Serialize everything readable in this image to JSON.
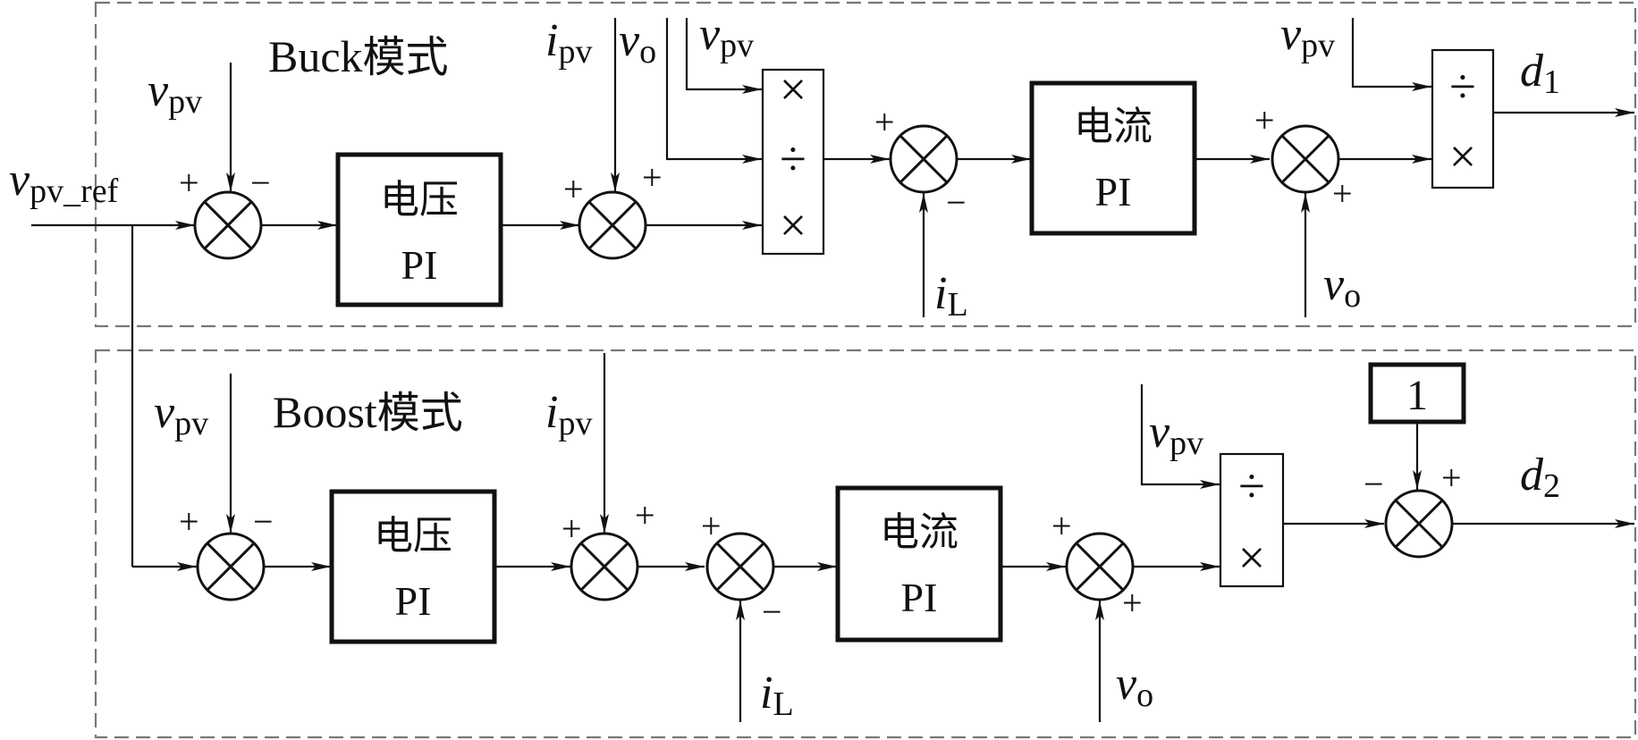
{
  "buck": {
    "title_latin": "Buck",
    "title_cjk": "模式",
    "input_ref_v": "v",
    "input_ref_sub": "pv_ref",
    "vpv_v": "v",
    "vpv_sub": "pv",
    "sum1_plus": "+",
    "sum1_minus": "−",
    "voltage_pi_line1": "电压",
    "voltage_pi_line2": "PI",
    "ipv_i": "i",
    "ipv_sub": "pv",
    "vo_top_v": "v",
    "vo_top_sub": "o",
    "sum2_plus_left": "+",
    "sum2_plus_right": "+",
    "vpv2_v": "v",
    "vpv2_sub": "pv",
    "muldiv_top": "×",
    "muldiv_mid": "÷",
    "muldiv_bot": "×",
    "sum3_plus": "+",
    "sum3_minus": "−",
    "iL_i": "i",
    "iL_sub": "L",
    "current_pi_line1": "电流",
    "current_pi_line2": "PI",
    "sum4_plus_top": "+",
    "sum4_plus_bottom": "+",
    "vo_bottom_v": "v",
    "vo_bottom_sub": "o",
    "vpv3_v": "v",
    "vpv3_sub": "pv",
    "div_top": "÷",
    "div_bot": "×",
    "out_d": "d",
    "out_sub": "1"
  },
  "boost": {
    "title_latin": "Boost",
    "title_cjk": "模式",
    "vpv_v": "v",
    "vpv_sub": "pv",
    "sum1_plus": "+",
    "sum1_minus": "−",
    "voltage_pi_line1": "电压",
    "voltage_pi_line2": "PI",
    "ipv_i": "i",
    "ipv_sub": "pv",
    "sum2_plus_left": "+",
    "sum2_plus_right": "+",
    "sum3_plus": "+",
    "sum3_minus": "−",
    "iL_i": "i",
    "iL_sub": "L",
    "current_pi_line1": "电流",
    "current_pi_line2": "PI",
    "sum4_plus_top": "+",
    "sum4_plus_bottom": "+",
    "vo_v": "v",
    "vo_sub": "o",
    "vpv2_v": "v",
    "vpv2_sub": "pv",
    "div_top": "÷",
    "div_bot": "×",
    "const_one": "1",
    "sum5_minus": "−",
    "sum5_plus": "+",
    "out_d": "d",
    "out_sub": "2"
  }
}
